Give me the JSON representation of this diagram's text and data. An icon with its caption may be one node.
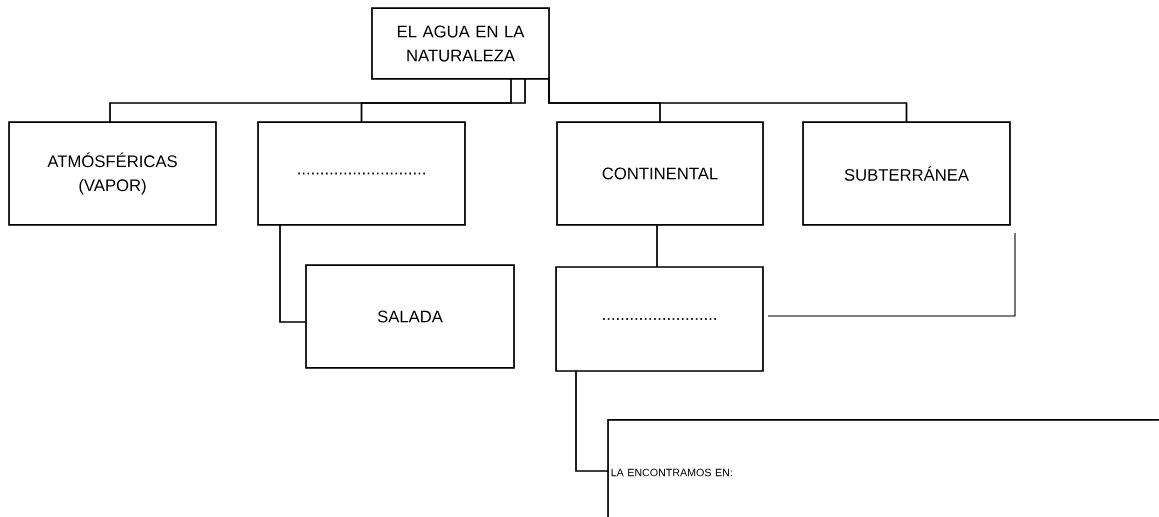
{
  "diagram": {
    "nodes": [
      {
        "text": [
          "EL AGUA EN LA NATURALEZA"
        ]
      },
      {
        "text": [
          "ATMÓSFÉRICAS (VAPOR)"
        ]
      },
      {
        "text": [
          "............................"
        ]
      },
      {
        "text": [
          "CONTINENTAL"
        ]
      },
      {
        "text": [
          "SUBTERRÁNEA"
        ]
      },
      {
        "text": [
          "SALADA"
        ]
      },
      {
        "text": [
          "........................."
        ]
      },
      {
        "text": [
          "LA ENCONTRAMOS EN:"
        ]
      }
    ],
    "edges": [
      {
        "from": 0,
        "to": 1,
        "arrow": "none"
      },
      {
        "from": 0,
        "to": 2,
        "arrow": "none"
      },
      {
        "from": 0,
        "to": 3,
        "arrow": "none"
      },
      {
        "from": 0,
        "to": 4,
        "arrow": "none"
      },
      {
        "from": 2,
        "to": 5,
        "arrow": "none"
      },
      {
        "from": 3,
        "to": 6,
        "arrow": "none"
      },
      {
        "from": 6,
        "to": 7,
        "arrow": "none"
      },
      {
        "from": 4,
        "to": 6,
        "arrow": "none"
      }
    ]
  }
}
